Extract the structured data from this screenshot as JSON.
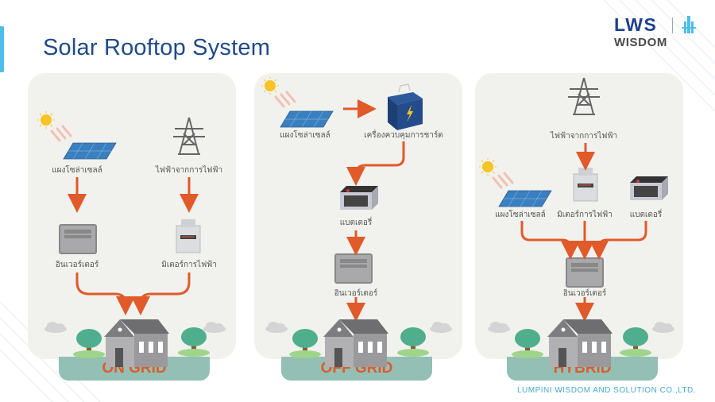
{
  "header": {
    "title": "Solar Rooftop System",
    "logo_top": "LWS",
    "logo_bottom": "WISDOM"
  },
  "colors": {
    "title": "#1f4a8a",
    "arrow": "#e05a2a",
    "panel_bg": "#f1f1ee",
    "ground": "#93bfb5",
    "accent": "#4dbde9"
  },
  "panels": [
    {
      "name": "ON GRID",
      "nodes": {
        "solar": "แผงโซล่าเซลล์",
        "grid": "ไฟฟ้าจากการไฟฟ้า",
        "inverter": "อินเวอร์เตอร์",
        "meter": "มิเตอร์การไฟฟ้า"
      },
      "flows": [
        "แผงโซล่าเซลล์ → อินเวอร์เตอร์",
        "ไฟฟ้าจากการไฟฟ้า → มิเตอร์การไฟฟ้า",
        "อินเวอร์เตอร์ → บ้าน",
        "มิเตอร์การไฟฟ้า → บ้าน"
      ]
    },
    {
      "name": "OFF GRID",
      "nodes": {
        "solar": "แผงโซล่าเซลล์",
        "charger": "เครื่องควบคุมการชาร์ต",
        "battery": "แบตเตอรี่",
        "inverter": "อินเวอร์เตอร์"
      },
      "flows": [
        "แผงโซล่าเซลล์ → เครื่องควบคุมการชาร์ต",
        "เครื่องควบคุมการชาร์ต → แบตเตอรี่",
        "แบตเตอรี่ → อินเวอร์เตอร์",
        "อินเวอร์เตอร์ → บ้าน"
      ]
    },
    {
      "name": "HYBRID",
      "nodes": {
        "grid": "ไฟฟ้าจากการไฟฟ้า",
        "solar": "แผงโซล่าเซลล์",
        "meter": "มิเตอร์การไฟฟ้า",
        "battery": "แบตเตอรี่",
        "inverter": "อินเวอร์เตอร์"
      },
      "flows": [
        "ไฟฟ้าจากการไฟฟ้า → มิเตอร์การไฟฟ้า",
        "แผงโซล่าเซลล์ → อินเวอร์เตอร์",
        "มิเตอร์การไฟฟ้า → อินเวอร์เตอร์",
        "แบตเตอรี่ → อินเวอร์เตอร์",
        "อินเวอร์เตอร์ → บ้าน"
      ]
    }
  ],
  "footer": "LUMPINI WISDOM AND SOLUTION CO.,LTD."
}
